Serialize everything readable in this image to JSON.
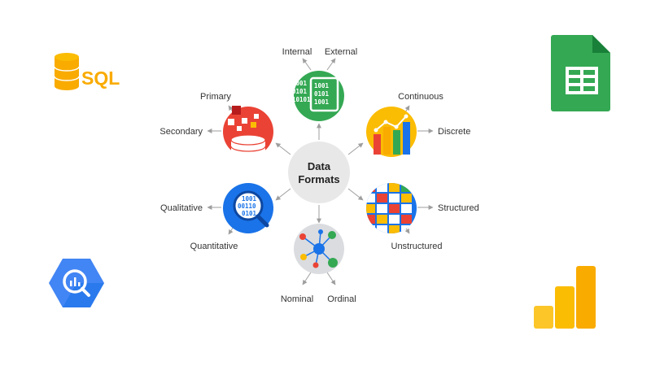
{
  "center": {
    "line1": "Data",
    "line2": "Formats"
  },
  "nodes": [
    {
      "id": "source",
      "labels": [
        "Internal",
        "External"
      ],
      "binary": [
        "1001",
        "0101",
        "10101"
      ]
    },
    {
      "id": "measure",
      "labels": [
        "Continuous",
        "Discrete"
      ]
    },
    {
      "id": "structure",
      "labels": [
        "Structured",
        "Unstructured"
      ]
    },
    {
      "id": "scale",
      "labels": [
        "Nominal",
        "Ordinal"
      ]
    },
    {
      "id": "nature",
      "labels": [
        "Qualitative",
        "Quantitative"
      ],
      "binary": [
        "1001",
        "00110",
        "0101"
      ]
    },
    {
      "id": "origin",
      "labels": [
        "Primary",
        "Secondary"
      ]
    }
  ],
  "logos": {
    "sql": {
      "text": "SQL"
    },
    "sheets": {
      "icon": "sheets-icon"
    },
    "bigquery": {
      "icon": "bigquery-icon"
    },
    "analytics": {
      "icon": "analytics-icon"
    }
  },
  "colors": {
    "green": "#34a853",
    "yellow": "#fbbc04",
    "blue": "#1a73e8",
    "red": "#ea4335",
    "grey": "#dadce0",
    "center": "#e8e8e8"
  }
}
